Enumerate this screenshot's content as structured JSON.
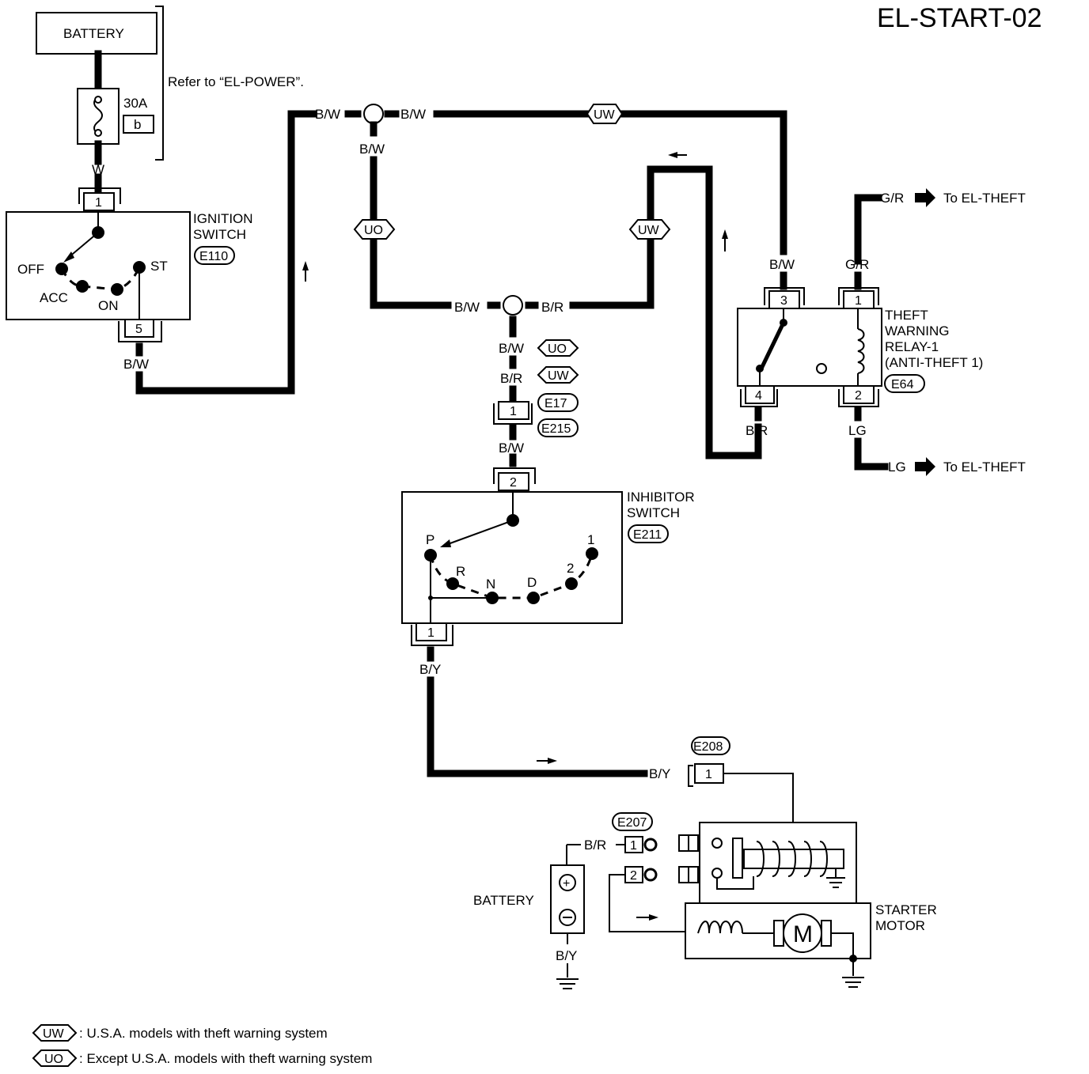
{
  "title": "EL-START-02",
  "battery_top": {
    "label": "BATTERY",
    "fuse_rating": "30A",
    "fuse_box": "b",
    "refer_note": "Refer to “EL-POWER”.",
    "wire": "W"
  },
  "ignition_switch": {
    "name_line1": "IGNITION",
    "name_line2": "SWITCH",
    "connector_id": "E110",
    "pin_in": "1",
    "pin_out": "5",
    "positions": [
      "OFF",
      "ACC",
      "ON",
      "ST"
    ],
    "wire_out": "B/W"
  },
  "joints": {
    "top_left_wire": "B/W",
    "top_right_wire": "B/W",
    "top_down_wire": "B/W",
    "lower_left_wire": "B/W",
    "lower_right_wire": "B/R",
    "lower_down_wire1": "B/W",
    "lower_down_wire2": "B/R"
  },
  "model_tags": {
    "uw": "UW",
    "uo": "UO"
  },
  "connector_e17": {
    "ids": [
      "E17",
      "E215"
    ],
    "pin": "1",
    "wire_below": "B/W"
  },
  "inhibitor_switch": {
    "name_line1": "INHIBITOR",
    "name_line2": "SWITCH",
    "connector_id": "E211",
    "pin_in": "2",
    "pin_out": "1",
    "positions": [
      "P",
      "R",
      "N",
      "D",
      "2",
      "1"
    ],
    "wire_out": "B/Y"
  },
  "theft_relay": {
    "name_lines": [
      "THEFT",
      "WARNING",
      "RELAY-1",
      "(ANTI-THEFT 1)"
    ],
    "connector_id": "E64",
    "pins": [
      "3",
      "1",
      "4",
      "2"
    ],
    "wire_pin3": "B/W",
    "wire_pin1": "G/R",
    "wire_pin4": "B/R",
    "wire_pin2": "LG",
    "out_top_wire": "G/R",
    "out_top_text": "To EL-THEFT",
    "out_bottom_wire": "LG",
    "out_bottom_text": "To EL-THEFT"
  },
  "starter": {
    "connector_e208": "E208",
    "pin_e208": "1",
    "wire_in": "B/Y",
    "connector_e207": "E207",
    "pin1": "1",
    "pin2": "2",
    "battery_wire": "B/R",
    "battery_label": "BATTERY",
    "battery_ground_wire": "B/Y",
    "motor_symbol": "M",
    "name_line1": "STARTER",
    "name_line2": "MOTOR"
  },
  "legend": [
    {
      "tag": "UW",
      "text": ": U.S.A. models with theft warning system"
    },
    {
      "tag": "UO",
      "text": ": Except U.S.A. models with theft warning system"
    }
  ]
}
